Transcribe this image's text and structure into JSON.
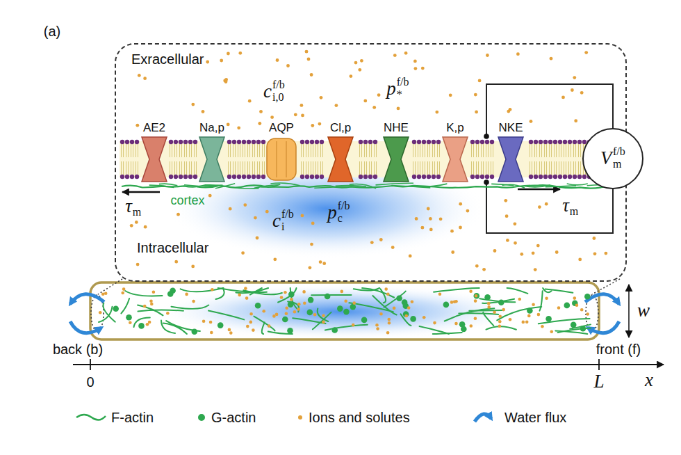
{
  "diagram": {
    "nodes": [
      {
        "text": [
          "Exracellular",
          "Intracellular"
        ]
      },
      {
        "text": [
          "V",
          "f/b",
          "m"
        ]
      }
    ],
    "labels": [
      "(a)",
      "c",
      "f/b",
      "i,0",
      "p",
      "f/b",
      "*",
      "AE2",
      "Na,p",
      "AQP",
      "Cl,p",
      "NHE",
      "K,p",
      "NKE",
      "τ",
      "m",
      "cortex",
      "c",
      "f/b",
      "i",
      "p",
      "f/b",
      "c",
      "τ",
      "m",
      "w",
      "back (b)",
      "front (f)",
      "0",
      "L",
      "x"
    ],
    "legend": [
      {
        "text": "F-actin"
      },
      {
        "text": "G-actin",
        "color": "#2ea84f"
      },
      {
        "text": "Ions and solutes",
        "color": "#e3a13b"
      },
      {
        "text": "Water flux"
      }
    ]
  }
}
